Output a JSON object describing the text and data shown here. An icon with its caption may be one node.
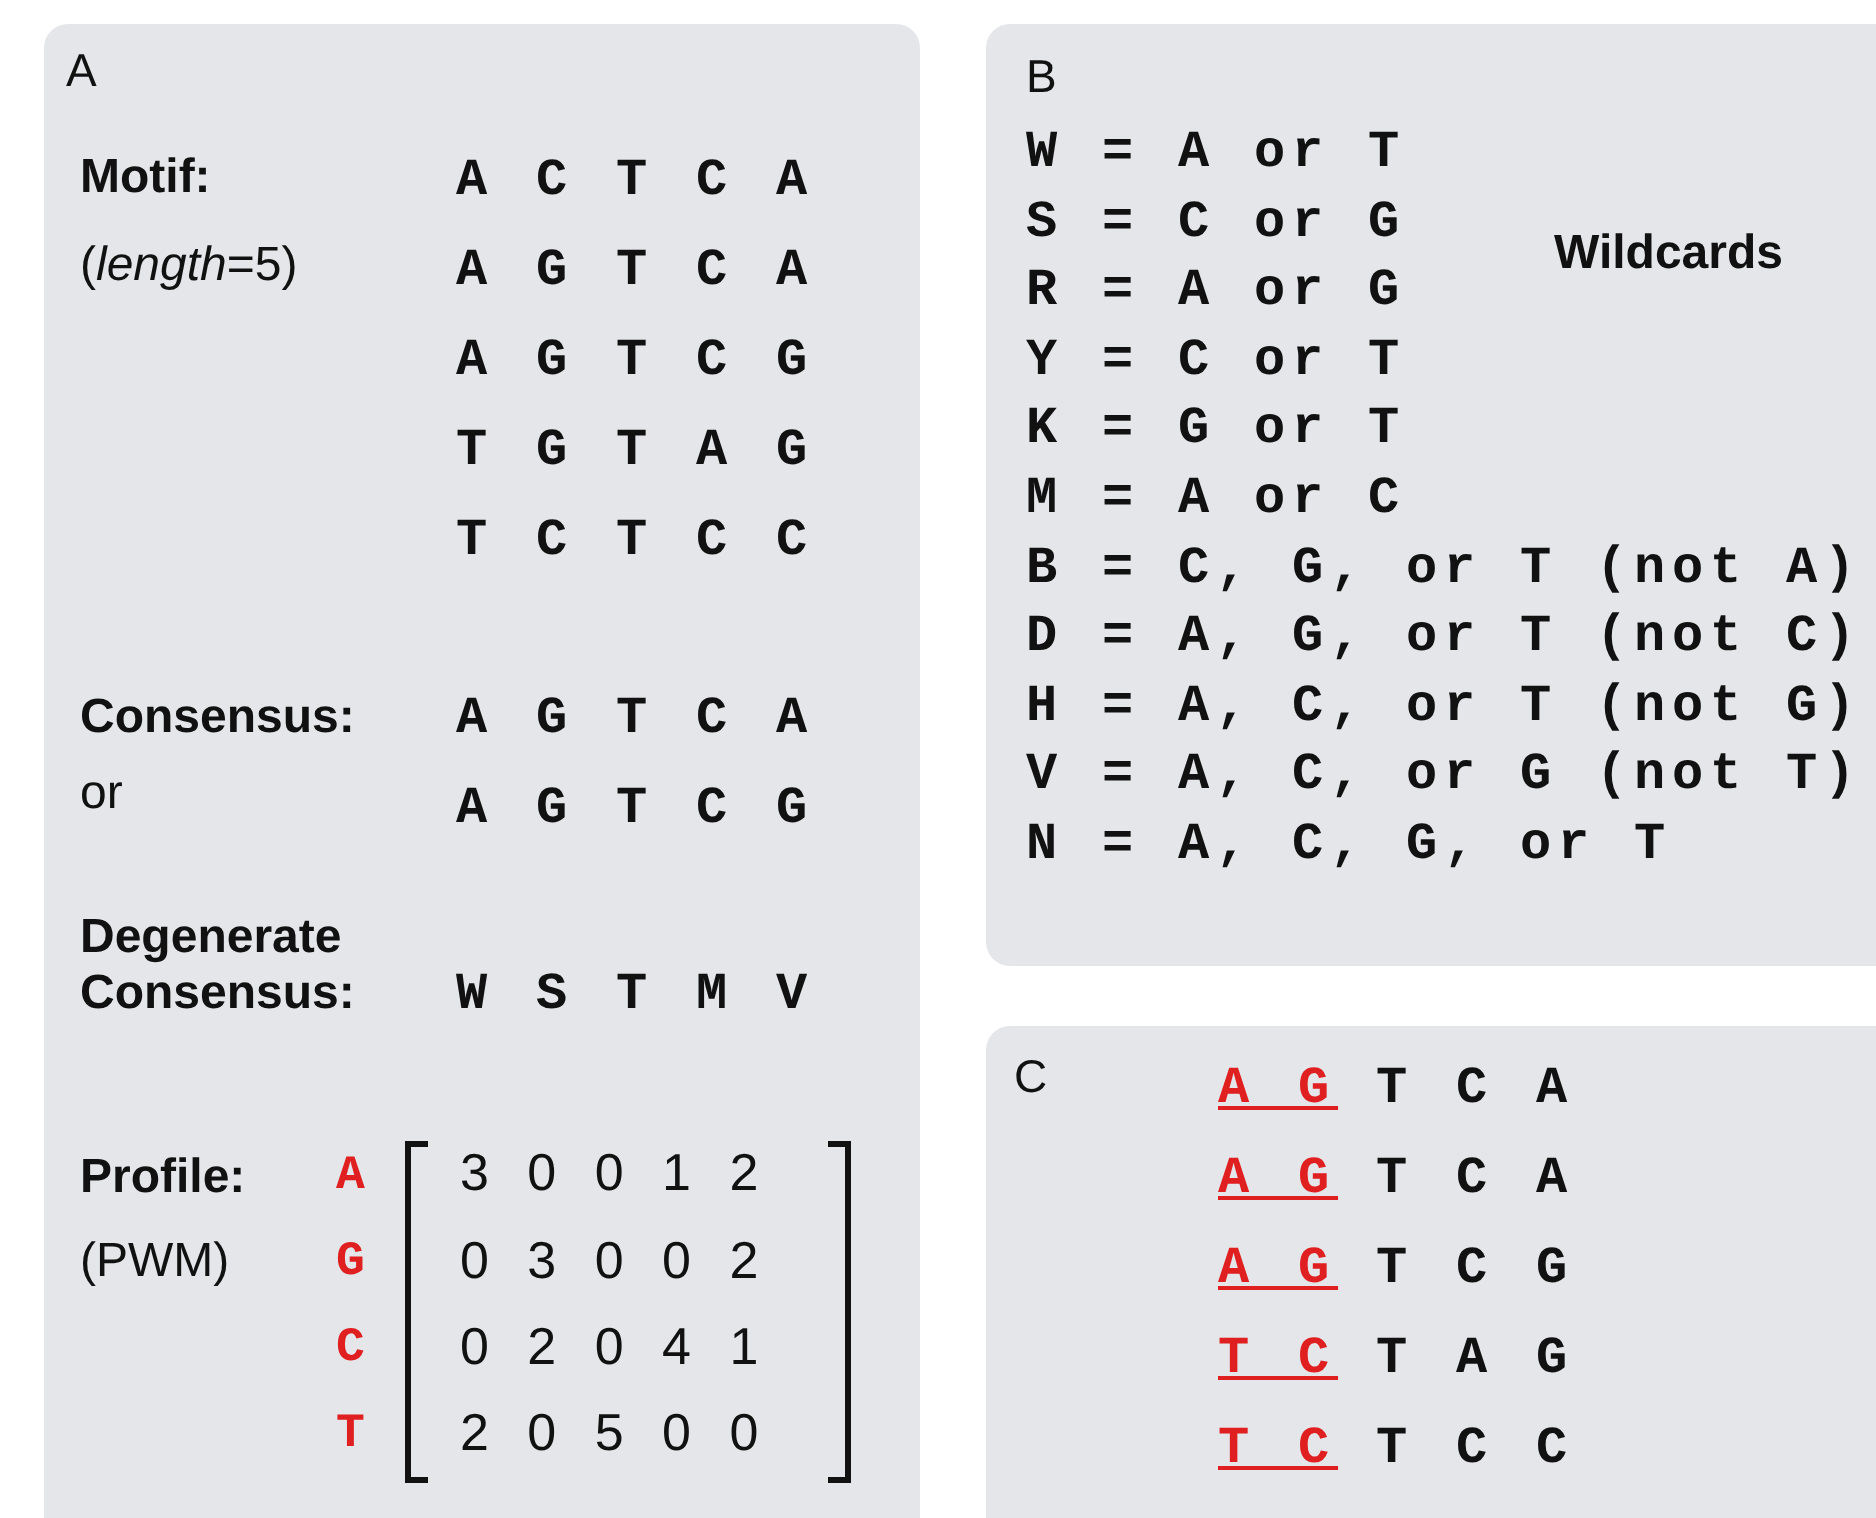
{
  "diagram": {
    "nodes": [
      {
        "text": [
          "A",
          "Motif:",
          "(*length*=5)",
          "A C T C A",
          "A G T C A",
          "A G T C G",
          "T G T A G",
          "T C T C C",
          "Consensus:",
          "or",
          "A G T C A",
          "A G T C G",
          "Degenerate Consensus:",
          "W S T M V",
          "Profile:",
          "(PWM)",
          "A",
          "G",
          "C",
          "T",
          "3 0 0 1 2",
          "0 3 0 0 2",
          "0 2 0 4 1",
          "2 0 5 0 0"
        ]
      },
      {
        "text": [
          "B",
          "W = A or T",
          "S = C or G",
          "R = A or G",
          "Y = C or T",
          "K = G or T",
          "M = A or C",
          "B = C, G, or T (not A)",
          "D = A, G, or T (not C)",
          "H = A, C, or T (not G)",
          "V = A, C, or G (not T)",
          "N = A, C, G, or T",
          "Wildcards"
        ]
      },
      {
        "text": [
          "C",
          "A G",
          "T C A",
          "A G",
          "T C A",
          "A G",
          "T C G",
          "T C",
          "T A G",
          "T C",
          "T C C"
        ]
      }
    ],
    "edges": []
  }
}
